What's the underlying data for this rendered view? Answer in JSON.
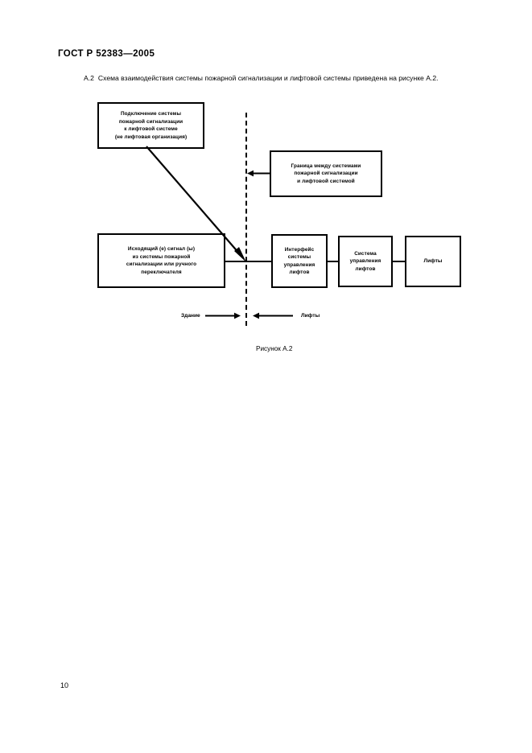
{
  "document": {
    "header": "ГОСТ Р 52383—2005",
    "page_number": "10"
  },
  "body": {
    "section_number": "А.2",
    "paragraph": "Схема взаимодействия системы пожарной сигнализации и лифтовой системы приведена на рисунке А.2."
  },
  "figure": {
    "caption": "Рисунок А.2",
    "nodes": [
      {
        "id": "connect",
        "lines": [
          "Подключение системы",
          "пожарной сигнализации",
          "к лифтовой системе",
          "(не лифтовая организация)"
        ]
      },
      {
        "id": "boundary",
        "lines": [
          "Граница между системами",
          "пожарной сигнализации",
          "и лифтовой системой"
        ]
      },
      {
        "id": "signal",
        "lines": [
          "Исходящий (е) сигнал (ы)",
          "из системы пожарной",
          "сигнализации или ручного",
          "переключателя"
        ]
      },
      {
        "id": "interface",
        "lines": [
          "Интерфейс",
          "системы",
          "управления",
          "лифтов"
        ]
      },
      {
        "id": "control",
        "lines": [
          "Система",
          "управления",
          "лифтов"
        ]
      },
      {
        "id": "lifts",
        "lines": [
          "Лифты"
        ]
      }
    ],
    "legend": {
      "building": "Здание",
      "lifts": "Лифты"
    }
  },
  "colors": {
    "ink": "#000000",
    "paper": "#ffffff"
  }
}
